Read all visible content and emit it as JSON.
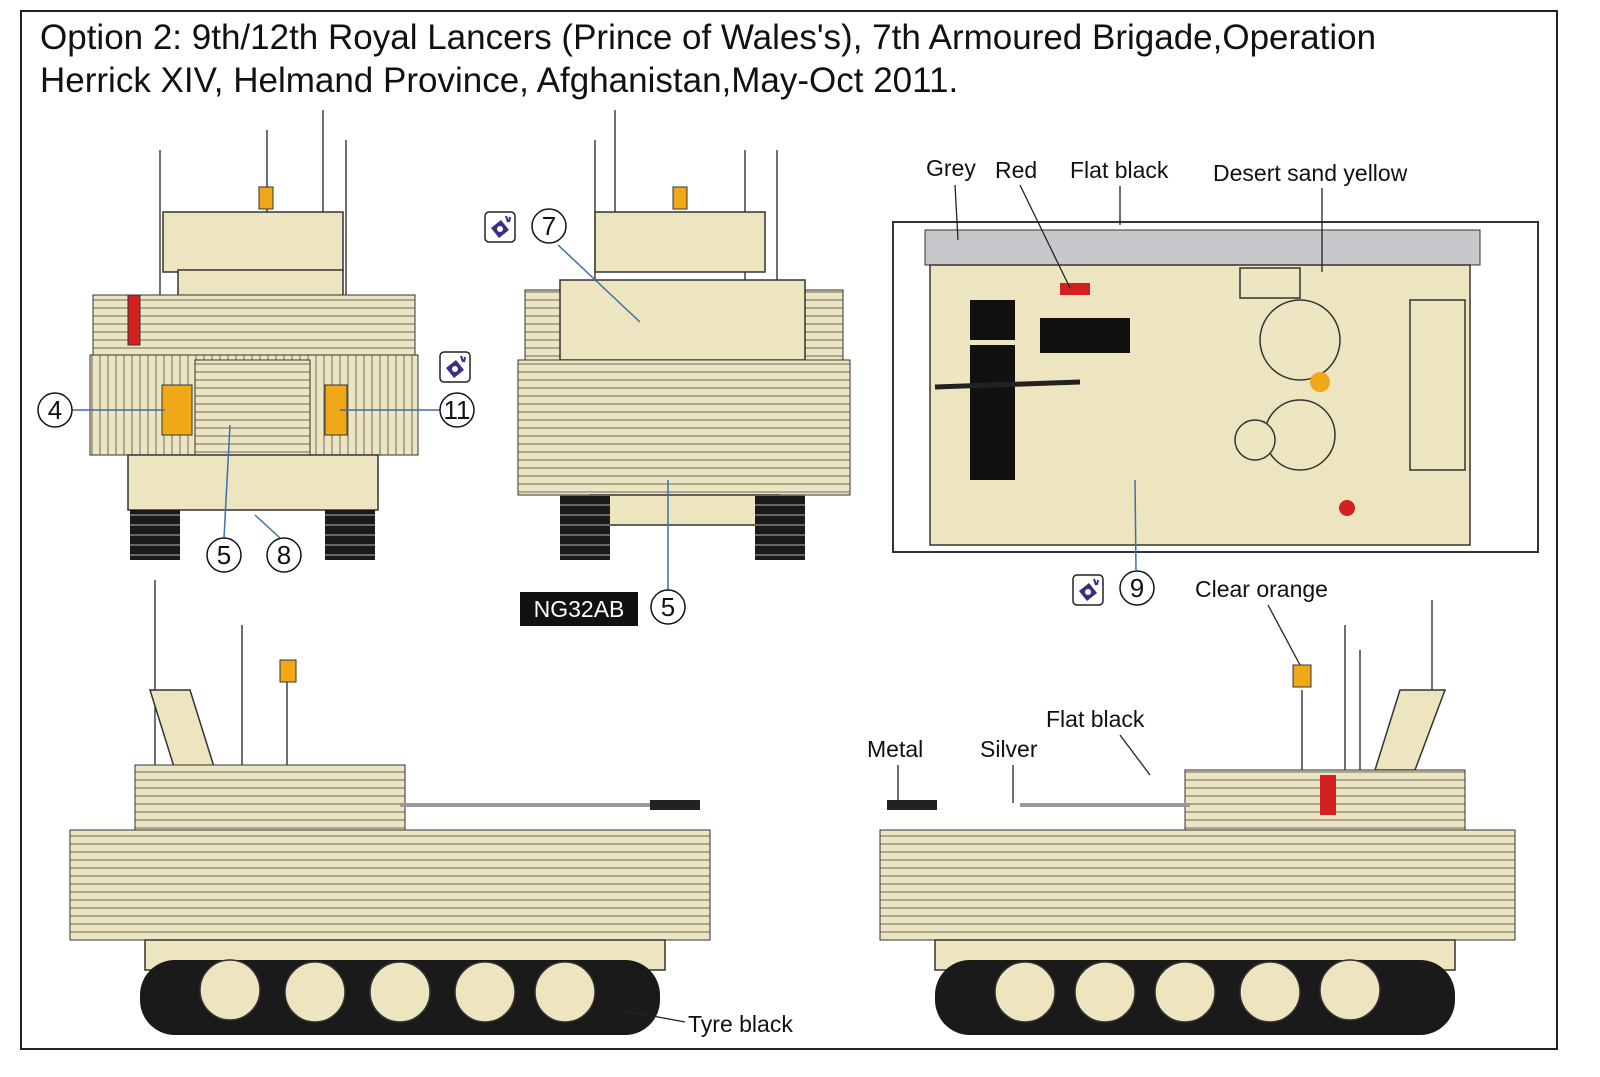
{
  "title": {
    "line1": "Option 2: 9th/12th Royal Lancers (Prince of Wales's), 7th Armoured Brigade,Operation",
    "line2": "Herrick XIV, Helmand Province, Afghanistan,May-Oct 2011."
  },
  "callouts": {
    "rear_left": "4",
    "rear_right": "11",
    "rear_bottom_a": "5",
    "rear_bottom_b": "8",
    "front_top": "7",
    "front_bottom": "5",
    "top_view": "9"
  },
  "plate": "NG32AB",
  "color_labels": {
    "grey": "Grey",
    "red": "Red",
    "flat_black_top": "Flat black",
    "desert_sand": "Desert sand yellow",
    "clear_orange": "Clear orange",
    "metal": "Metal",
    "silver": "Silver",
    "flat_black_side": "Flat black",
    "tyre_black": "Tyre black"
  },
  "colors": {
    "sand": "#ece5c0",
    "orange": "#f0a818",
    "red": "#d42020",
    "grey": "#c8c8cc",
    "decal_blue": "#3a2d86"
  }
}
